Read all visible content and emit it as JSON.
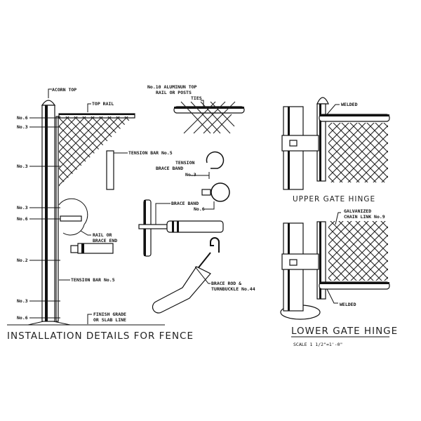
{
  "left_detail": {
    "acorn_top": "ACORN TOP",
    "top_rail": "TOP RAIL",
    "band_labels": [
      "No.6",
      "No.3",
      "No.3",
      "No.3",
      "No.6",
      "No.2",
      "No.3",
      "No.6"
    ],
    "rail_brace_end": [
      "RAIL OR",
      "BRACE END"
    ],
    "tension_bar": "TENSION BAR No.5",
    "finish_grade": [
      "FINISH GRADE",
      "OR SLAB LINE"
    ],
    "title": "INSTALLATION DETAILS FOR FENCE"
  },
  "middle_detail": {
    "ties": [
      "No.10 ALUMINUN TOP",
      "RAIL OR POSTS",
      "TIES"
    ],
    "tension_bar": "TENSION BAR No.5",
    "tension_brace_band": [
      "TENSION",
      "BRACE BAND",
      "No.3"
    ],
    "brace_band": [
      "BRACE BAND",
      "No.6"
    ],
    "brace_rod": [
      "BRACE ROD &",
      "TURNBUCKLE No.44"
    ]
  },
  "right_detail": {
    "welded_upper": "WELDED",
    "upper_title": "UPPER GATE HINGE",
    "galvanized": [
      "GALVANIZED",
      "CHAIN LINK No.9"
    ],
    "welded_lower": "WELDED",
    "lower_title": "LOWER GATE HINGE",
    "scale": "SCALE 1 1/2\"=1'-0\""
  }
}
